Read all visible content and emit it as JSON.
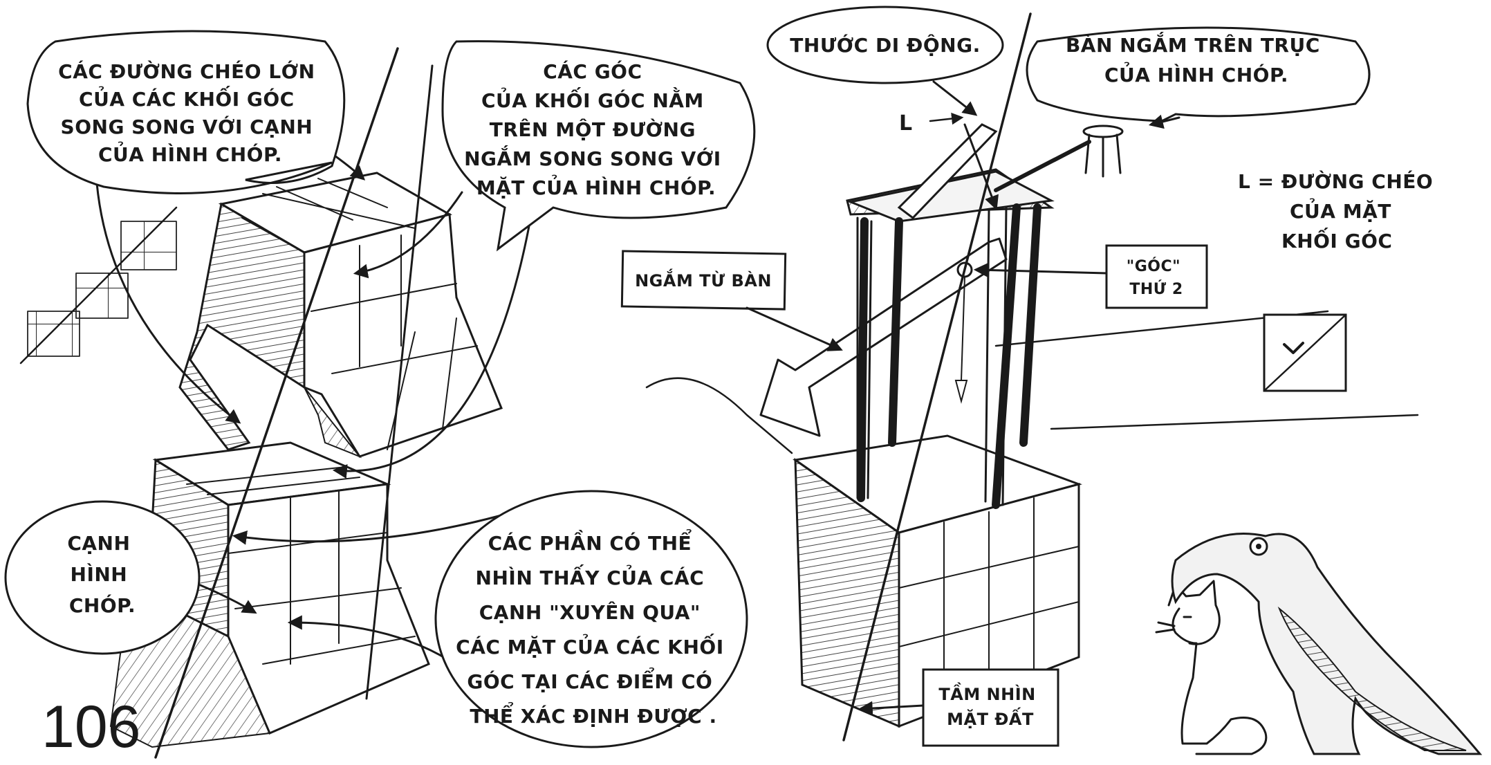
{
  "page_number": "106",
  "left_panel": {
    "bubble_diagonals": [
      "CÁC ĐƯỜNG CHÉO LỚN",
      "CỦA CÁC KHỐI GÓC",
      "SONG SONG VỚI CẠNH",
      "CỦA HÌNH CHÓP."
    ],
    "bubble_corners": [
      "CÁC GÓC",
      "CỦA KHỐI GÓC NẰM",
      "TRÊN MỘT ĐƯỜNG",
      "NGẮM SONG SONG VỚI",
      "MẶT CỦA HÌNH CHÓP."
    ],
    "bubble_edge": [
      "CẠNH",
      "HÌNH",
      "CHÓP."
    ],
    "bubble_visible_parts": [
      "CÁC PHẦN CÓ THỂ",
      "NHÌN THẤY CỦA CÁC",
      "CẠNH \"XUYÊN QUA\"",
      "CÁC MẶT CỦA CÁC KHỐI",
      "GÓC TẠI CÁC ĐIỂM CÓ",
      "THỂ XÁC ĐỊNH ĐƯỢC ."
    ]
  },
  "right_panel": {
    "bubble_ruler": "THƯỚC DI ĐỘNG.",
    "bubble_table": [
      "BÀN NGẮM TRÊN TRỤC",
      "CỦA HÌNH CHÓP."
    ],
    "label_L": "L",
    "note_L": [
      "L = ĐƯỜNG CHÉO",
      "CỦA MẶT",
      "KHỐI GÓC"
    ],
    "box_sight_from_table": "NGẮM TỪ BÀN",
    "box_second_corner": [
      "\"GÓC\"",
      "THỨ 2"
    ],
    "box_ground_view": [
      "TẦM NHÌN",
      "MẶT ĐẤT"
    ]
  }
}
